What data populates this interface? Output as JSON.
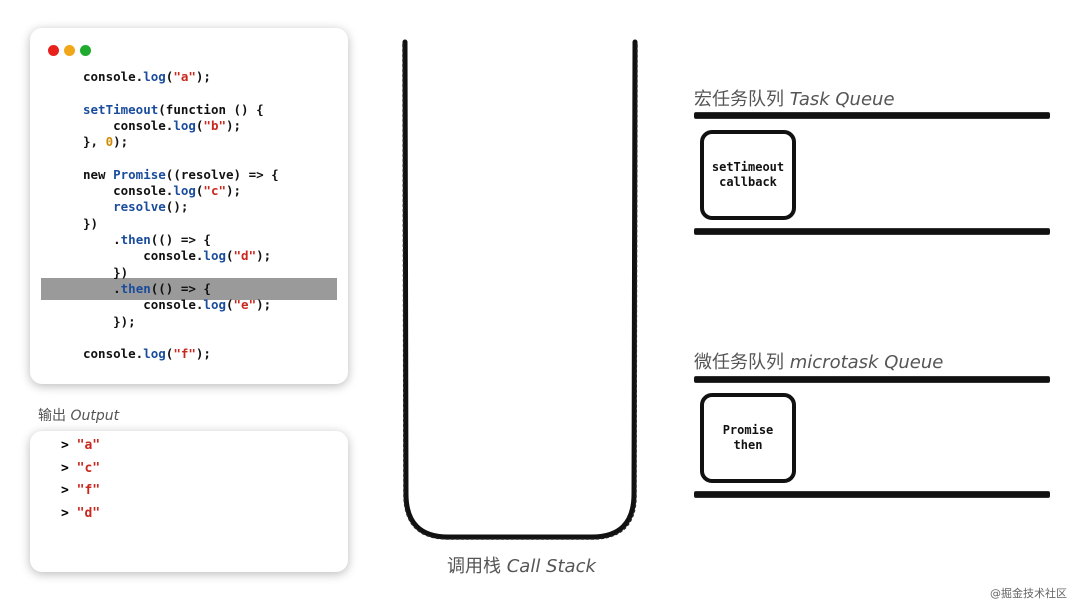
{
  "window_dots": [
    "#e8211c",
    "#f2a71a",
    "#1fab2d"
  ],
  "code_lines": [
    [
      {
        "t": "console.",
        "c": ""
      },
      {
        "t": "log",
        "c": "b"
      },
      {
        "t": "(",
        "c": ""
      },
      {
        "t": "\"a\"",
        "c": "r"
      },
      {
        "t": ");",
        "c": ""
      }
    ],
    [],
    [
      {
        "t": "setTimeout",
        "c": "b"
      },
      {
        "t": "(function () {",
        "c": ""
      }
    ],
    [
      {
        "t": "    console.",
        "c": ""
      },
      {
        "t": "log",
        "c": "b"
      },
      {
        "t": "(",
        "c": ""
      },
      {
        "t": "\"b\"",
        "c": "r"
      },
      {
        "t": ");",
        "c": ""
      }
    ],
    [
      {
        "t": "}, ",
        "c": ""
      },
      {
        "t": "0",
        "c": "o"
      },
      {
        "t": ");",
        "c": ""
      }
    ],
    [],
    [
      {
        "t": "new ",
        "c": ""
      },
      {
        "t": "Promise",
        "c": "b"
      },
      {
        "t": "((resolve) => {",
        "c": ""
      }
    ],
    [
      {
        "t": "    console.",
        "c": ""
      },
      {
        "t": "log",
        "c": "b"
      },
      {
        "t": "(",
        "c": ""
      },
      {
        "t": "\"c\"",
        "c": "r"
      },
      {
        "t": ");",
        "c": ""
      }
    ],
    [
      {
        "t": "    ",
        "c": ""
      },
      {
        "t": "resolve",
        "c": "b"
      },
      {
        "t": "();",
        "c": ""
      }
    ],
    [
      {
        "t": "})",
        "c": ""
      }
    ],
    [
      {
        "t": "    .",
        "c": ""
      },
      {
        "t": "then",
        "c": "b"
      },
      {
        "t": "(() => {",
        "c": ""
      }
    ],
    [
      {
        "t": "        console.",
        "c": ""
      },
      {
        "t": "log",
        "c": "b"
      },
      {
        "t": "(",
        "c": ""
      },
      {
        "t": "\"d\"",
        "c": "r"
      },
      {
        "t": ");",
        "c": ""
      }
    ],
    [
      {
        "t": "    })",
        "c": ""
      }
    ],
    [
      {
        "t": "    .",
        "c": ""
      },
      {
        "t": "then",
        "c": "b"
      },
      {
        "t": "(() => {",
        "c": ""
      }
    ],
    [
      {
        "t": "        console.",
        "c": ""
      },
      {
        "t": "log",
        "c": "b"
      },
      {
        "t": "(",
        "c": ""
      },
      {
        "t": "\"e\"",
        "c": "r"
      },
      {
        "t": ");",
        "c": ""
      }
    ],
    [
      {
        "t": "    });",
        "c": ""
      }
    ],
    [],
    [
      {
        "t": "console.",
        "c": ""
      },
      {
        "t": "log",
        "c": "b"
      },
      {
        "t": "(",
        "c": ""
      },
      {
        "t": "\"f\"",
        "c": "r"
      },
      {
        "t": ");",
        "c": ""
      }
    ]
  ],
  "output": {
    "label_cn": "输出 ",
    "label_en": "Output",
    "prompt": "> ",
    "lines": [
      "\"a\"",
      "\"c\"",
      "\"f\"",
      "\"d\""
    ]
  },
  "call_stack": {
    "label_cn": "调用栈 ",
    "label_en": "Call Stack"
  },
  "task_queue": {
    "label_cn": "宏任务队列 ",
    "label_en": "Task Queue",
    "item_line1": "setTimeout",
    "item_line2": "callback"
  },
  "microtask_queue": {
    "label_cn": "微任务队列 ",
    "label_en": "microtask Queue",
    "item_line1": "Promise",
    "item_line2": "then"
  },
  "watermark": "@掘金技术社区"
}
